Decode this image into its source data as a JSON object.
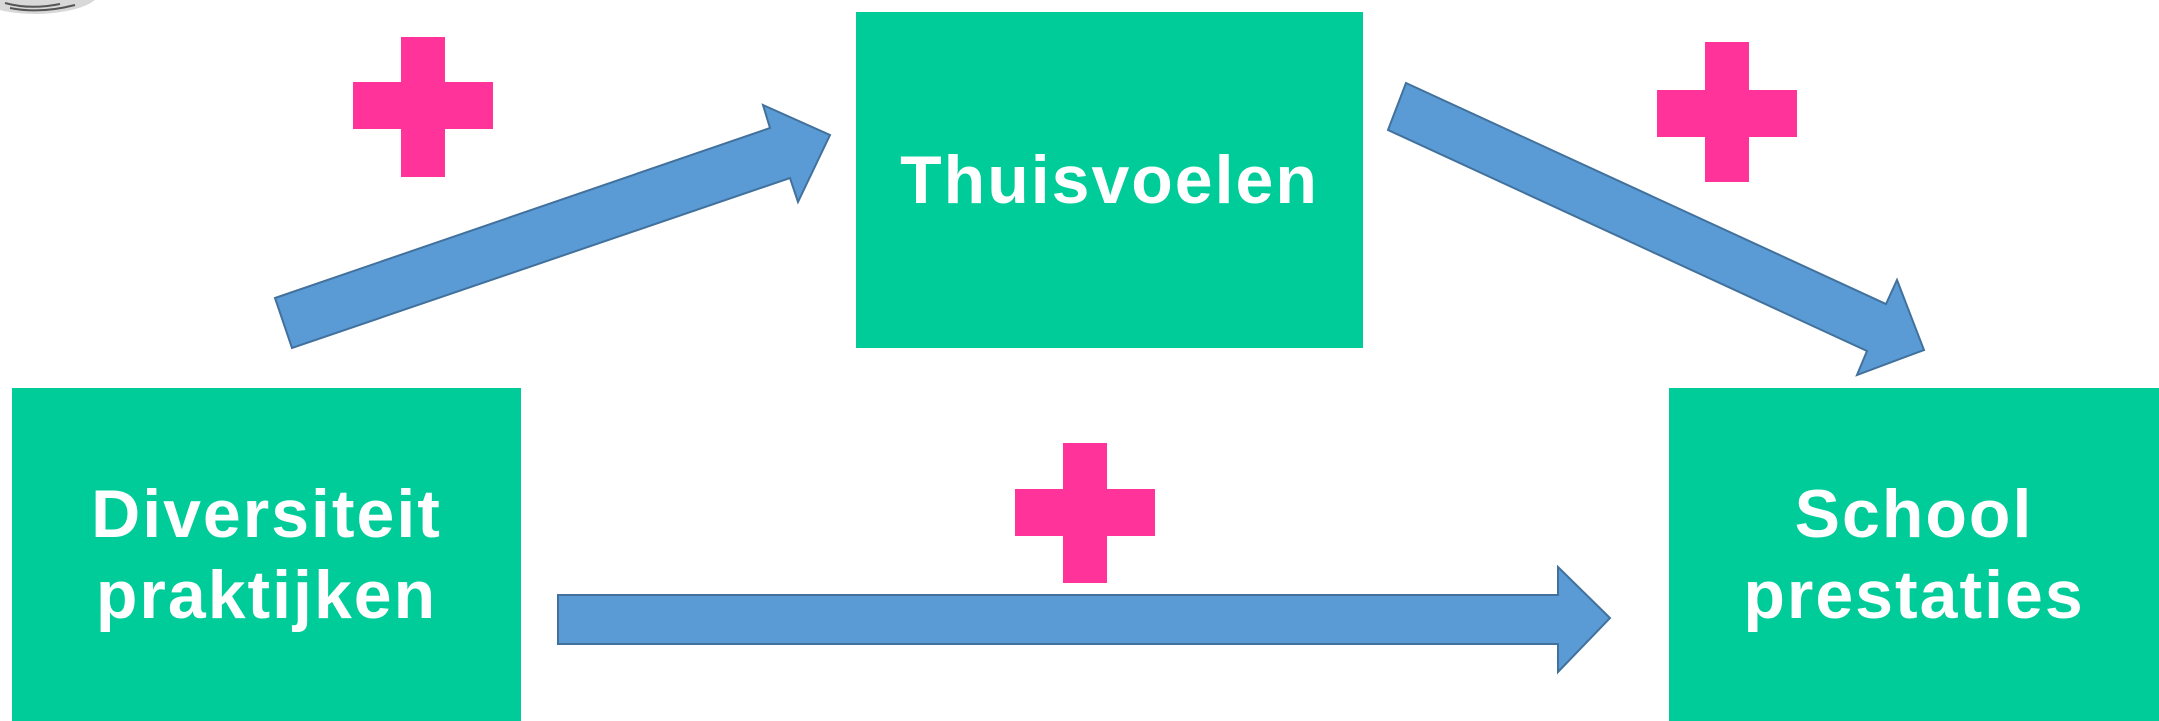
{
  "colors": {
    "box_fill": "#00CC99",
    "arrow_fill": "#5B9BD5",
    "arrow_stroke": "#41719C",
    "plus_fill": "#FF3399",
    "text": "#FFFFFF"
  },
  "nodes": {
    "diversity": {
      "line1": "Diversiteit",
      "line2": "praktijken"
    },
    "belonging": {
      "label": "Thuisvoelen"
    },
    "performance": {
      "line1": "School",
      "line2": "prestaties"
    }
  },
  "edges": [
    {
      "from": "diversity",
      "to": "belonging",
      "sign": "+"
    },
    {
      "from": "belonging",
      "to": "performance",
      "sign": "+"
    },
    {
      "from": "diversity",
      "to": "performance",
      "sign": "+"
    }
  ]
}
